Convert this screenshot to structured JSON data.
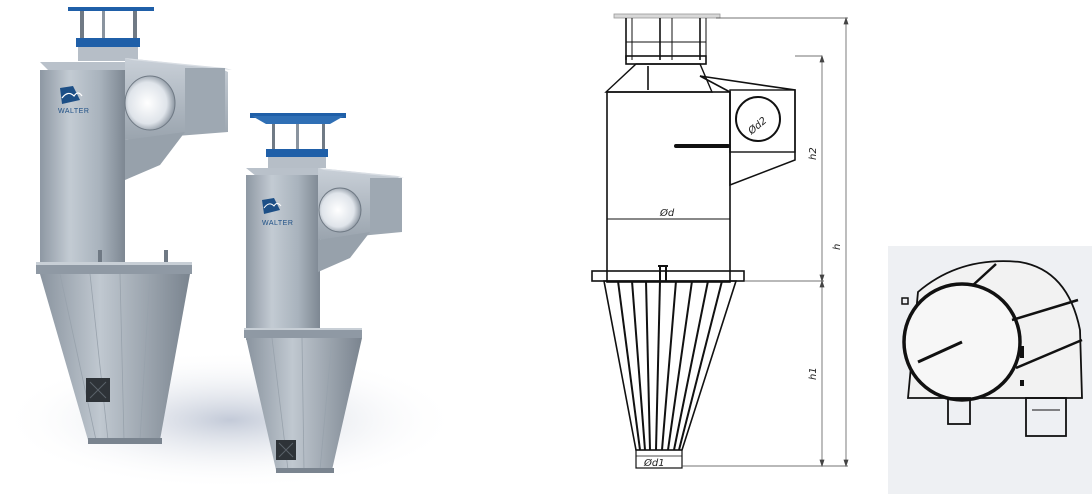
{
  "product_photo": {
    "brand_text": "WALTER",
    "units": [
      {
        "name": "large-cyclone"
      },
      {
        "name": "small-cyclone"
      }
    ],
    "colors": {
      "body": "#a9b3bd",
      "cap": "#1f5fa8",
      "logo": "#1d4f86",
      "background_shadow": "#c9d0dc"
    }
  },
  "technical_drawing": {
    "labels": {
      "inlet_diameter": "Ød2",
      "body_diameter": "Ød",
      "outlet_diameter": "Ød1",
      "total_height": "h",
      "upper_height": "h2",
      "cone_height": "h1"
    }
  },
  "top_view": {
    "description_icon": "cyclone-top-view"
  }
}
